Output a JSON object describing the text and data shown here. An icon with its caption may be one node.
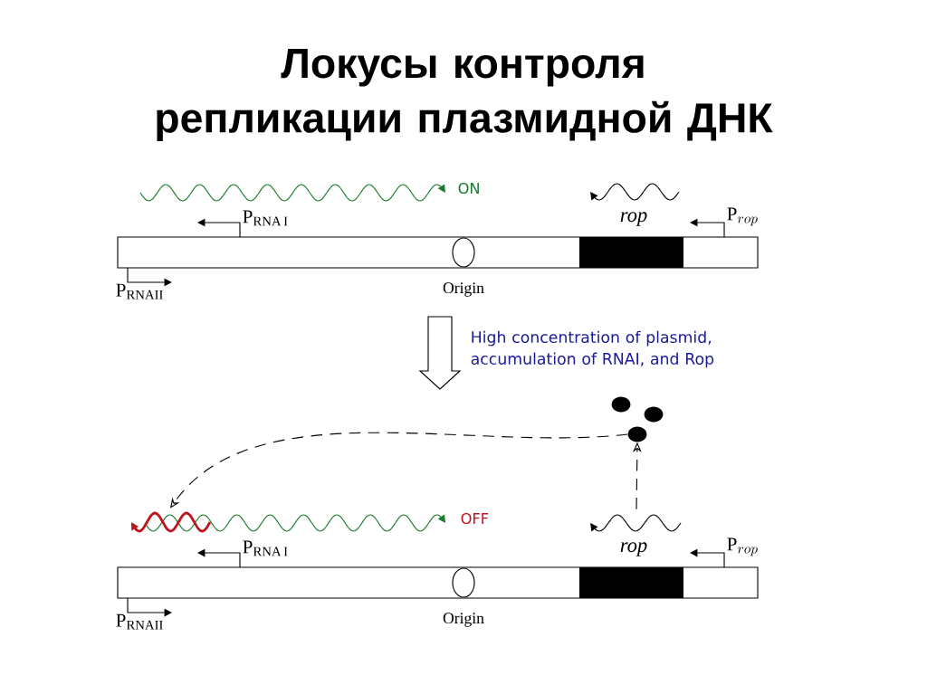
{
  "diagram": {
    "title": "Локусы контроля репликации плазмидной ДНК",
    "nodes": [
      {
        "text": [],
        "shape": "circle"
      },
      {
        "text": [],
        "shape": "circle"
      },
      {
        "text": [],
        "shape": "circle"
      },
      {
        "text": [],
        "shape": "wave"
      },
      {
        "text": [],
        "shape": "wave",
        "beside": [
          "rop"
        ]
      }
    ],
    "edges": [
      {
        "from": 2,
        "to": 3,
        "arrow": "to",
        "style": "dashed"
      },
      {
        "from": 4,
        "to": 2,
        "arrow": "to",
        "style": "dashed"
      }
    ],
    "labels": [
      "ON",
      "\\mathrm{P}_{\\mathrm{RNA\\,I}}",
      "rop",
      "\\mathrm{P}_{rop}",
      "\\mathrm{P}_{\\mathrm{RNAII}}",
      "Origin",
      "High concentration of plasmid, accumulation of RNAI, and Rop",
      "OFF",
      "\\mathrm{P}_{\\mathrm{RNA\\,I}}",
      "\\mathrm{P}_{rop}",
      "\\mathrm{P}_{\\mathrm{RNAII}}",
      "Origin"
    ]
  }
}
